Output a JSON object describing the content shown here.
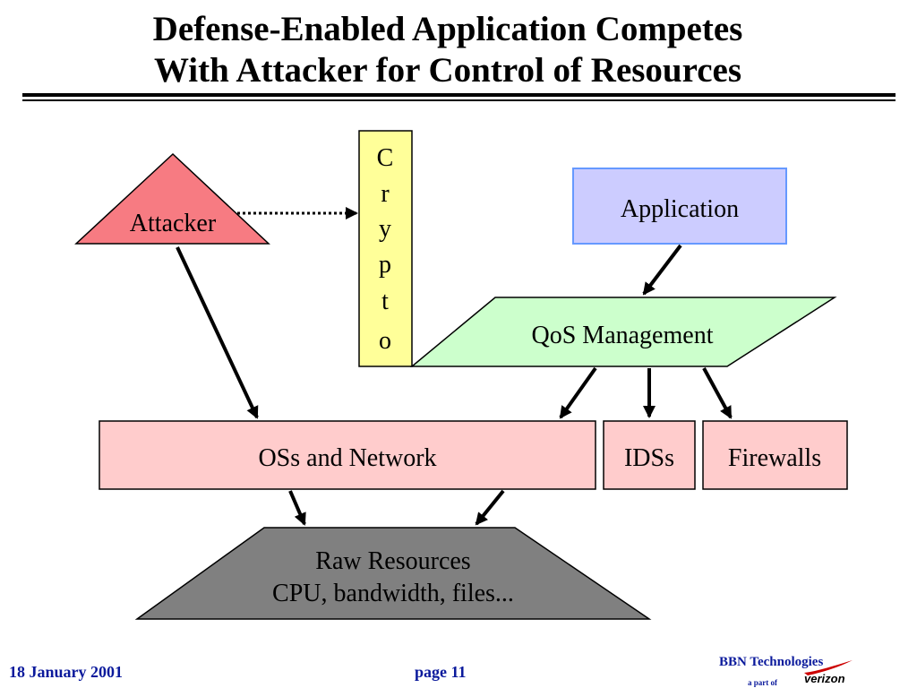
{
  "title": {
    "line1": "Defense-Enabled Application Competes",
    "line2": "With Attacker for Control of Resources"
  },
  "diagram": {
    "attacker": "Attacker",
    "crypto_letters": [
      "C",
      "r",
      "y",
      "p",
      "t",
      "o"
    ],
    "application": "Application",
    "qos": "QoS Management",
    "os_network": "OSs and Network",
    "idss": "IDSs",
    "firewalls": "Firewalls",
    "raw_line1": "Raw Resources",
    "raw_line2": "CPU, bandwidth, files..."
  },
  "colors": {
    "attacker": "#f77b82",
    "crypto": "#ffff99",
    "application": "#ccccff",
    "application_border": "#6699ff",
    "qos": "#ccffcc",
    "os_boxes": "#ffcccc",
    "raw": "#808080",
    "footer_text": "#0b1a9c",
    "logo_red": "#cc0000"
  },
  "footer": {
    "date": "18 January 2001",
    "page": "page 11",
    "company": "BBN Technologies",
    "part_of": "a part of",
    "logo_text": "verizon"
  }
}
